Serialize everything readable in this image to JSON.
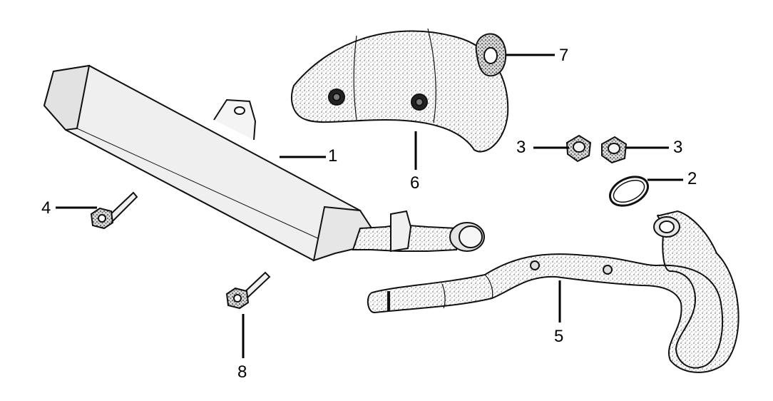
{
  "colors": {
    "ink": "#111111",
    "shade": "#9a9a9a",
    "background": "#ffffff"
  },
  "callouts": [
    {
      "id": "muffler",
      "number": "1"
    },
    {
      "id": "gasket-ring",
      "number": "2"
    },
    {
      "id": "nut-left",
      "number": "3"
    },
    {
      "id": "nut-right",
      "number": "3"
    },
    {
      "id": "bolt-upper",
      "number": "4"
    },
    {
      "id": "header-pipe",
      "number": "5"
    },
    {
      "id": "heat-shield",
      "number": "6"
    },
    {
      "id": "flange-gasket",
      "number": "7"
    },
    {
      "id": "bolt-lower",
      "number": "8"
    }
  ]
}
